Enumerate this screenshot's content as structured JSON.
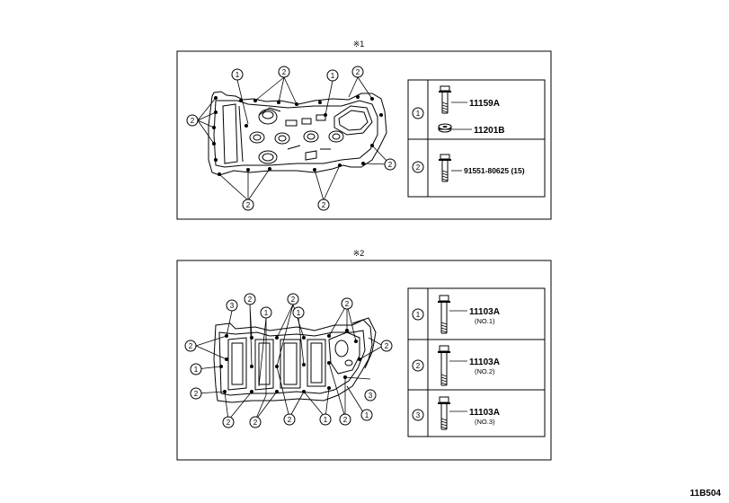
{
  "figure1": {
    "mark": "※1",
    "legend": [
      {
        "key": "1",
        "parts": [
          "11159A",
          "11201B"
        ]
      },
      {
        "key": "2",
        "parts": [
          "91551-80625 (15)"
        ]
      }
    ]
  },
  "figure2": {
    "mark": "※2",
    "legend": [
      {
        "key": "1",
        "part": "11103A",
        "note": "(NO.1)"
      },
      {
        "key": "2",
        "part": "11103A",
        "note": "(NO.2)"
      },
      {
        "key": "3",
        "part": "11103A",
        "note": "(NO.3)"
      }
    ]
  },
  "diagram_code": "11B504"
}
